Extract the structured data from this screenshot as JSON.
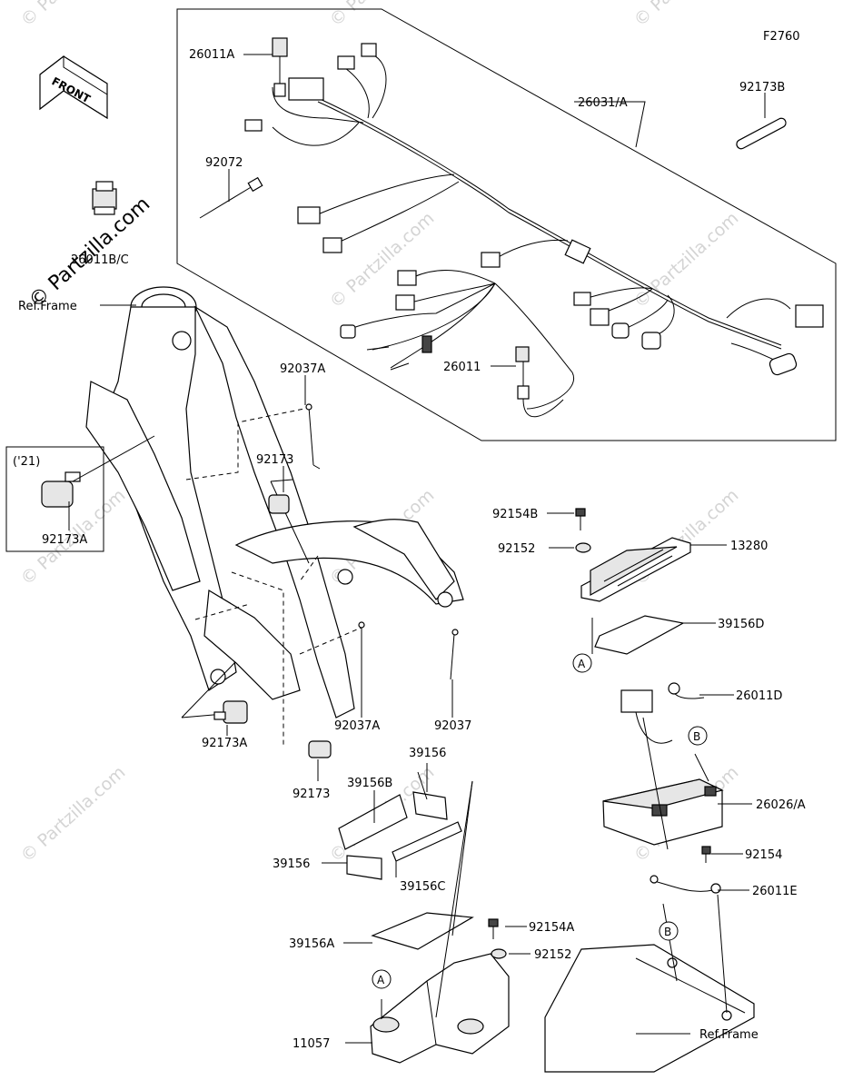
{
  "diagram": {
    "figure_code": "F2760",
    "front_label": "FRONT",
    "variant_box_label": "('21)",
    "ref_frame_label": "Ref.Frame",
    "watermark": "© Partzilla.com",
    "parts": {
      "p26011A": "26011A",
      "p26031A": "26031/A",
      "p92173B": "92173B",
      "p92072": "92072",
      "p26011BC": "26011B/C",
      "p92037A_top": "92037A",
      "p92173_upper": "92173",
      "p26011": "26011",
      "p92173A_box": "92173A",
      "p92154B": "92154B",
      "p92152_top": "92152",
      "p13280": "13280",
      "p39156D": "39156D",
      "p26011D": "26011D",
      "p92173A_bottom": "92173A",
      "p92037A_bottom": "92037A",
      "p92037": "92037",
      "p26026A": "26026/A",
      "p92173_lower": "92173",
      "p39156_top": "39156",
      "p39156B": "39156B",
      "p39156_left": "39156",
      "p39156C": "39156C",
      "p92154": "92154",
      "p26011E": "26011E",
      "p39156A": "39156A",
      "p92154A": "92154A",
      "p92152_bottom": "92152",
      "p11057": "11057",
      "ref_frame_bottom": "Ref.Frame"
    },
    "callouts": {
      "a_upper": "A",
      "a_lower": "A",
      "b_upper": "B",
      "b_lower": "B"
    }
  }
}
